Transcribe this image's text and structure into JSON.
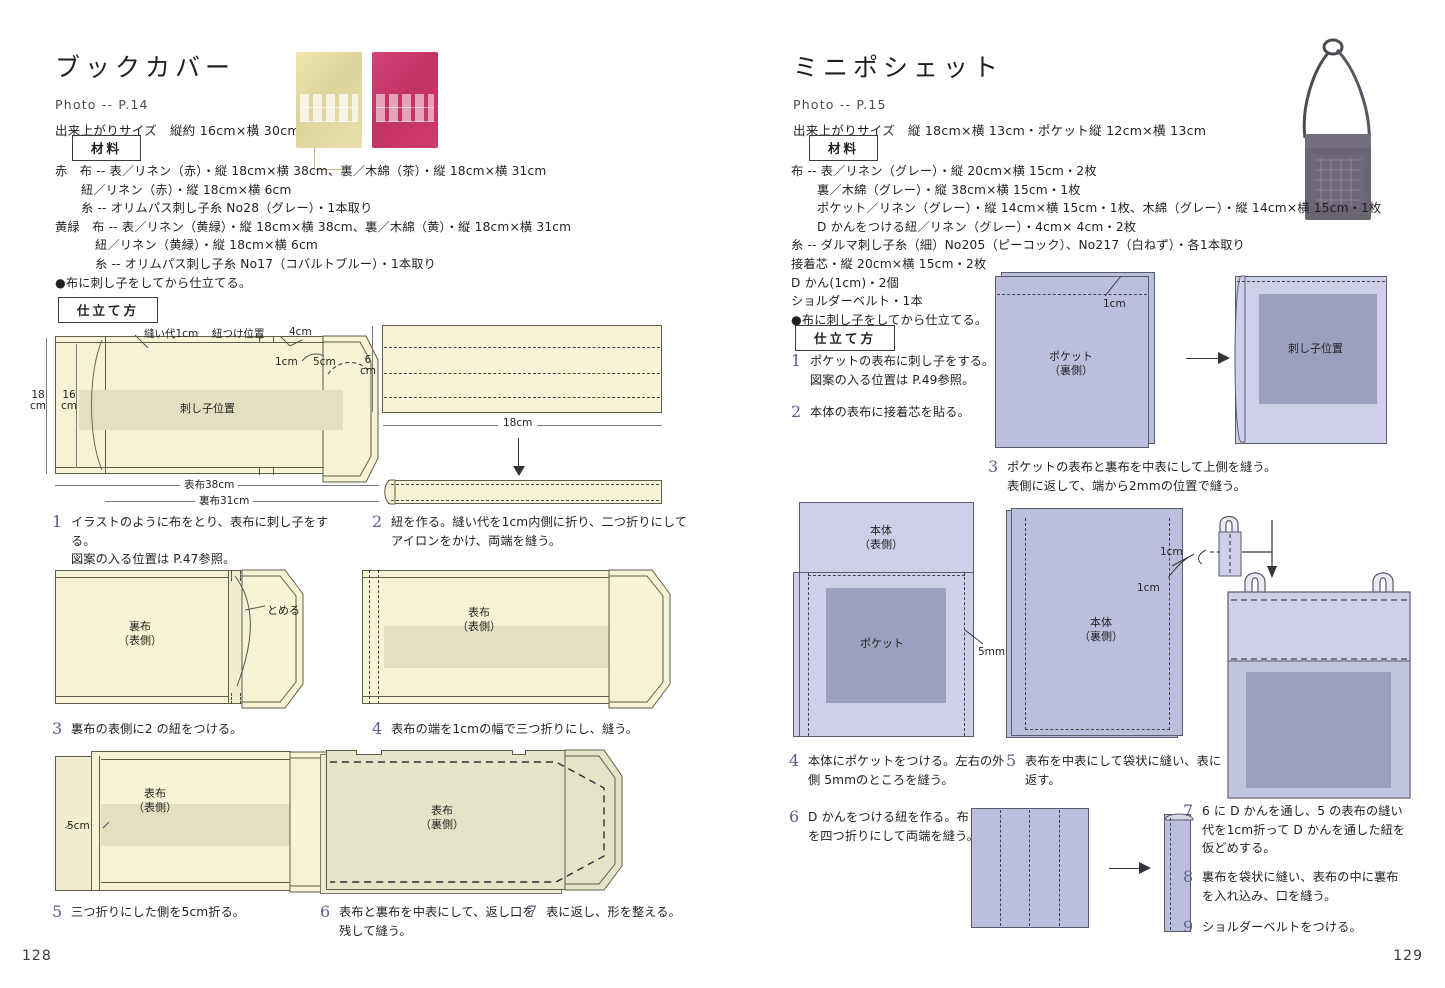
{
  "spread": {
    "left_page_number": "128",
    "right_page_number": "129"
  },
  "left": {
    "title": "ブックカバー",
    "photo_ref": "Photo -- P.14",
    "finish_size": "出来上がりサイズ　縦約 16cm×横 30cm",
    "materials_label": "材料",
    "materials": [
      "赤　布 -- 表／リネン（赤）・縦 18cm×横 38cm、裏／木綿（茶）・縦 18cm×横 31cm",
      "紐／リネン（赤）・縦 18cm×横 6cm",
      "糸 -- オリムパス刺し子糸 No28（グレー）・1本取り",
      "黄緑　布 -- 表／リネン（黄緑）・縦 18cm×横 38cm、裏／木綿（黄）・縦 18cm×横 31cm",
      "紐／リネン（黄緑）・縦 18cm×横 6cm",
      "糸 -- オリムパス刺し子糸 No17（コバルトブルー）・1本取り",
      "●布に刺し子をしてから仕立てる。"
    ],
    "howto_label": "仕立て方",
    "steps": [
      {
        "num": "1",
        "lines": [
          "イラストのように布をとり、表布に刺し子をする。",
          "図案の入る位置は P.47参照。"
        ]
      },
      {
        "num": "2",
        "lines": [
          "紐を作る。縫い代を1cm内側に折り、二つ折りにして",
          "アイロンをかけ、両端を縫う。"
        ]
      },
      {
        "num": "3",
        "lines": [
          "裏布の表側に2 の紐をつける。"
        ]
      },
      {
        "num": "4",
        "lines": [
          "表布の端を1cmの幅で三つ折りにし、縫う。"
        ]
      },
      {
        "num": "5",
        "lines": [
          "三つ折りにした側を5cm折る。"
        ]
      },
      {
        "num": "6",
        "lines": [
          "表布と裏布を中表にして、返し口を",
          "残して縫う。"
        ]
      },
      {
        "num": "7",
        "lines": [
          "表に返し、形を整える。"
        ]
      }
    ],
    "diagram1": {
      "labels": {
        "seam": "縫い代1cm",
        "strap_pos": "紐つけ位置",
        "four_cm": "4cm",
        "one_cm": "1cm",
        "five_cm": "5cm",
        "six_cm": "6\ncm",
        "eighteen": "18\ncm",
        "sixteen": "16\ncm",
        "sashiko_area": "刺し子位置",
        "outer_width": "表布38cm",
        "inner_width": "裏布31cm"
      }
    },
    "diagram2": {
      "labels": {
        "width": "18cm",
        "height": "6\ncm"
      }
    },
    "diagram3": {
      "labels": {
        "fabric": "裏布\n（表側）",
        "tome": "とめる"
      }
    },
    "diagram4": {
      "labels": {
        "fabric": "表布\n（表側）"
      }
    },
    "diagram5": {
      "labels": {
        "fabric": "表布\n（表側）",
        "fold": "5cm"
      }
    },
    "diagram6": {
      "labels": {
        "fabric": "表布\n（裏側）"
      }
    }
  },
  "right": {
    "title": "ミニポシェット",
    "photo_ref": "Photo -- P.15",
    "finish_size": "出来上がりサイズ　縦 18cm×横 13cm・ポケット縦 12cm×横 13cm",
    "materials_label": "材料",
    "materials": [
      "布 -- 表／リネン（グレー）・縦 20cm×横 15cm・2枚",
      "裏／木綿（グレー）・縦 38cm×横 15cm・1枚",
      "ポケット／リネン（グレー）・縦 14cm×横 15cm・1枚、木綿（グレー）・縦 14cm×横 15cm・1枚",
      "D かんをつける紐／リネン（グレー）・4cm× 4cm・2枚",
      "糸 -- ダルマ刺し子糸（細）No205（ピーコック）、No217（白ねず）・各1本取り",
      "接着芯・縦 20cm×横 15cm・2枚",
      "D かん(1cm)・2個",
      "ショルダーベルト・1本",
      "●布に刺し子をしてから仕立てる。"
    ],
    "howto_label": "仕立て方",
    "steps": [
      {
        "num": "1",
        "lines": [
          "ポケットの表布に刺し子をする。",
          "図案の入る位置は P.49参照。"
        ]
      },
      {
        "num": "2",
        "lines": [
          "本体の表布に接着芯を貼る。"
        ]
      },
      {
        "num": "3",
        "lines": [
          "ポケットの表布と裏布を中表にして上側を縫う。",
          "表側に返して、端から2mmの位置で縫う。"
        ]
      },
      {
        "num": "4",
        "lines": [
          "本体にポケットをつける。左右の外",
          "側 5mmのところを縫う。"
        ]
      },
      {
        "num": "5",
        "lines": [
          "表布を中表にして袋状に縫い、表に",
          "返す。"
        ]
      },
      {
        "num": "6",
        "lines": [
          "D かんをつける紐を作る。布",
          "を四つ折りにして両端を縫う。"
        ]
      },
      {
        "num": "7",
        "lines": [
          "6 に D かんを通し、5 の表布の縫い",
          "代を1cm折って D かんを通した紐を",
          "仮どめする。"
        ]
      },
      {
        "num": "8",
        "lines": [
          "裏布を袋状に縫い、表布の中に裏布",
          "を入れ込み、口を縫う。"
        ]
      },
      {
        "num": "9",
        "lines": [
          "ショルダーベルトをつける。"
        ]
      }
    ],
    "diagram3a": {
      "labels": {
        "pocket": "ポケット\n（裏側）",
        "one_cm": "1cm"
      }
    },
    "diagram3b": {
      "labels": {
        "sashiko_area": "刺し子位置"
      }
    },
    "diagram4": {
      "labels": {
        "body": "本体\n（表側）",
        "pocket": "ポケット",
        "five_mm": "5mm"
      }
    },
    "diagram5": {
      "labels": {
        "body": "本体\n（裏側）",
        "one_cm": "1cm"
      }
    },
    "diagram6": {
      "labels": {}
    },
    "diagram7": {
      "labels": {
        "one_cm": "1cm"
      }
    }
  },
  "colors": {
    "cream_fabric": "#f6f4d4",
    "cream_shade": "#e2e0c0",
    "lavender_fabric": "#bcbedd",
    "lavender_light": "#cdd0e8",
    "lavender_dark": "#9ba0be",
    "step_number": "#5b5f8c",
    "photo_red": "#cf3a6e",
    "photo_yellow": "#e8dfa8",
    "photo_bag": "#6b6472"
  }
}
